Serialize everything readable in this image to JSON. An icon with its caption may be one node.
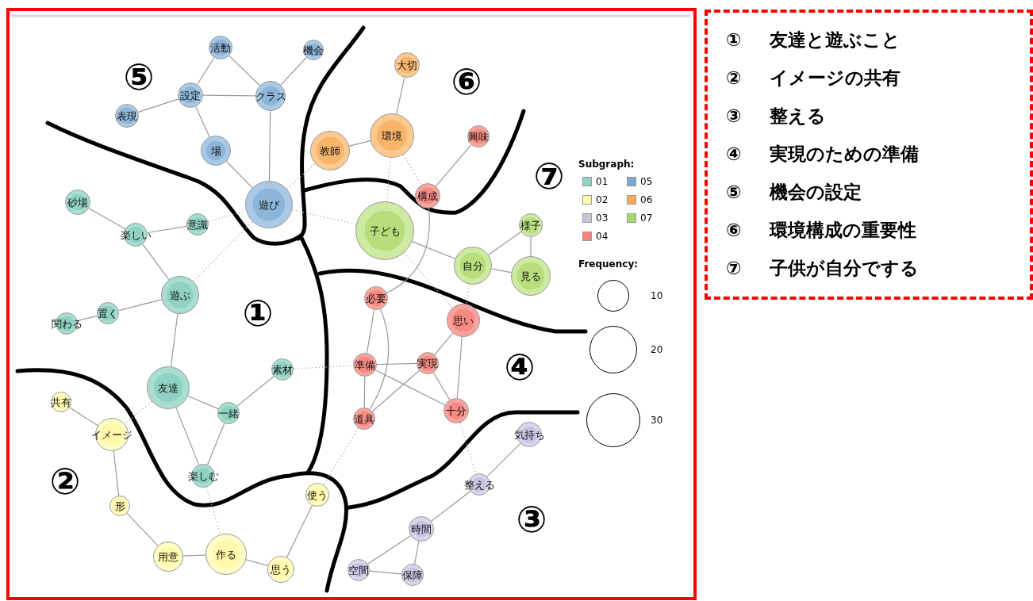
{
  "diagram": {
    "nodes": [
      {
        "text": [
          "活動"
        ]
      },
      {
        "text": [
          "機会"
        ]
      },
      {
        "text": [
          "設定"
        ]
      },
      {
        "text": [
          "クラス"
        ]
      },
      {
        "text": [
          "表現"
        ]
      },
      {
        "text": [
          "場"
        ]
      },
      {
        "text": [
          "遊び"
        ]
      },
      {
        "text": [
          "大切"
        ]
      },
      {
        "text": [
          "教師"
        ]
      },
      {
        "text": [
          "環境"
        ]
      },
      {
        "text": [
          "興味"
        ]
      },
      {
        "text": [
          "構成"
        ]
      },
      {
        "text": [
          "必要"
        ]
      },
      {
        "text": [
          "思い"
        ]
      },
      {
        "text": [
          "準備"
        ]
      },
      {
        "text": [
          "実現"
        ]
      },
      {
        "text": [
          "道具"
        ]
      },
      {
        "text": [
          "十分"
        ]
      },
      {
        "text": [
          "子ども"
        ]
      },
      {
        "text": [
          "自分"
        ]
      },
      {
        "text": [
          "様子"
        ]
      },
      {
        "text": [
          "見る"
        ]
      },
      {
        "text": [
          "砂場"
        ]
      },
      {
        "text": [
          "楽しい"
        ]
      },
      {
        "text": [
          "意識"
        ]
      },
      {
        "text": [
          "遊ぶ"
        ]
      },
      {
        "text": [
          "置く"
        ]
      },
      {
        "text": [
          "関わる"
        ]
      },
      {
        "text": [
          "友達"
        ]
      },
      {
        "text": [
          "一緒"
        ]
      },
      {
        "text": [
          "素材"
        ]
      },
      {
        "text": [
          "楽しむ"
        ]
      },
      {
        "text": [
          "共有"
        ]
      },
      {
        "text": [
          "イメージ"
        ]
      },
      {
        "text": [
          "形"
        ]
      },
      {
        "text": [
          "用意"
        ]
      },
      {
        "text": [
          "作る"
        ]
      },
      {
        "text": [
          "思う"
        ]
      },
      {
        "text": [
          "使う"
        ]
      },
      {
        "text": [
          "気持ち"
        ]
      },
      {
        "text": [
          "整える"
        ]
      },
      {
        "text": [
          "時間"
        ]
      },
      {
        "text": [
          "空間"
        ]
      },
      {
        "text": [
          "保障"
        ]
      }
    ],
    "edges": [
      {
        "from": 0,
        "to": 2,
        "arrow": "none"
      },
      {
        "from": 0,
        "to": 3,
        "arrow": "none"
      },
      {
        "from": 1,
        "to": 3,
        "arrow": "none"
      },
      {
        "from": 2,
        "to": 3,
        "arrow": "none"
      },
      {
        "from": 4,
        "to": 2,
        "arrow": "none"
      },
      {
        "from": 2,
        "to": 5,
        "arrow": "none"
      },
      {
        "from": 5,
        "to": 6,
        "arrow": "none"
      },
      {
        "from": 3,
        "to": 6,
        "arrow": "none"
      },
      {
        "from": 7,
        "to": 9,
        "arrow": "none"
      },
      {
        "from": 8,
        "to": 9,
        "arrow": "none"
      },
      {
        "from": 10,
        "to": 11,
        "arrow": "none"
      },
      {
        "from": 11,
        "to": 12,
        "arrow": "none"
      },
      {
        "from": 18,
        "to": 19,
        "arrow": "none"
      },
      {
        "from": 19,
        "to": 20,
        "arrow": "none"
      },
      {
        "from": 19,
        "to": 21,
        "arrow": "none"
      },
      {
        "from": 20,
        "to": 21,
        "arrow": "none"
      },
      {
        "from": 12,
        "to": 14,
        "arrow": "none"
      },
      {
        "from": 12,
        "to": 16,
        "arrow": "none"
      },
      {
        "from": 14,
        "to": 15,
        "arrow": "none"
      },
      {
        "from": 14,
        "to": 17,
        "arrow": "none"
      },
      {
        "from": 14,
        "to": 16,
        "arrow": "none"
      },
      {
        "from": 15,
        "to": 13,
        "arrow": "none"
      },
      {
        "from": 15,
        "to": 16,
        "arrow": "none"
      },
      {
        "from": 15,
        "to": 17,
        "arrow": "none"
      },
      {
        "from": 13,
        "to": 17,
        "arrow": "none"
      },
      {
        "from": 22,
        "to": 23,
        "arrow": "none"
      },
      {
        "from": 23,
        "to": 24,
        "arrow": "none"
      },
      {
        "from": 23,
        "to": 25,
        "arrow": "none"
      },
      {
        "from": 25,
        "to": 26,
        "arrow": "none"
      },
      {
        "from": 26,
        "to": 27,
        "arrow": "none"
      },
      {
        "from": 25,
        "to": 28,
        "arrow": "none"
      },
      {
        "from": 28,
        "to": 29,
        "arrow": "none"
      },
      {
        "from": 28,
        "to": 31,
        "arrow": "none"
      },
      {
        "from": 29,
        "to": 30,
        "arrow": "none"
      },
      {
        "from": 29,
        "to": 31,
        "arrow": "none"
      },
      {
        "from": 32,
        "to": 33,
        "arrow": "none"
      },
      {
        "from": 33,
        "to": 34,
        "arrow": "none"
      },
      {
        "from": 34,
        "to": 35,
        "arrow": "none"
      },
      {
        "from": 35,
        "to": 36,
        "arrow": "none"
      },
      {
        "from": 36,
        "to": 37,
        "arrow": "none"
      },
      {
        "from": 37,
        "to": 38,
        "arrow": "none"
      },
      {
        "from": 39,
        "to": 40,
        "arrow": "none"
      },
      {
        "from": 40,
        "to": 41,
        "arrow": "none"
      },
      {
        "from": 41,
        "to": 42,
        "arrow": "none"
      },
      {
        "from": 41,
        "to": 43,
        "arrow": "none"
      },
      {
        "from": 42,
        "to": 43,
        "arrow": "none"
      },
      {
        "from": 24,
        "to": 6,
        "arrow": "none",
        "style": "dashed"
      },
      {
        "from": 25,
        "to": 6,
        "arrow": "none",
        "style": "dashed"
      },
      {
        "from": 6,
        "to": 18,
        "arrow": "none",
        "style": "dashed"
      },
      {
        "from": 6,
        "to": 8,
        "arrow": "none",
        "style": "dashed"
      },
      {
        "from": 9,
        "to": 18,
        "arrow": "none",
        "style": "dashed"
      },
      {
        "from": 9,
        "to": 11,
        "arrow": "none",
        "style": "dashed"
      },
      {
        "from": 18,
        "to": 13,
        "arrow": "none",
        "style": "dashed"
      },
      {
        "from": 19,
        "to": 13,
        "arrow": "none",
        "style": "dashed"
      },
      {
        "from": 30,
        "to": 14,
        "arrow": "none",
        "style": "dashed"
      },
      {
        "from": 28,
        "to": 33,
        "arrow": "none",
        "style": "dashed"
      },
      {
        "from": 31,
        "to": 36,
        "arrow": "none",
        "style": "dashed"
      },
      {
        "from": 16,
        "to": 38,
        "arrow": "none",
        "style": "dashed"
      },
      {
        "from": 17,
        "to": 40,
        "arrow": "none",
        "style": "dashed"
      }
    ],
    "labels": [
      "⑤",
      "⑥",
      "⑦",
      "①",
      "④",
      "②",
      "③",
      "Subgraph:",
      "Frequency:",
      "①",
      "友達と遊ぶこと",
      "②",
      "イメージの共有",
      "③",
      "整える",
      "④",
      "実現のための準備",
      "⑤",
      "機会の設定",
      "⑥",
      "環境構成の重要性",
      "⑦",
      "子供が自分でする"
    ],
    "legend": [
      {
        "text": "01",
        "color": "#8fd3c4"
      },
      {
        "text": "02",
        "color": "#fffaa8"
      },
      {
        "text": "03",
        "color": "#c8c4e0"
      },
      {
        "text": "04",
        "color": "#f5837a"
      },
      {
        "text": "05",
        "color": "#7ca8d2"
      },
      {
        "text": "06",
        "color": "#f7a95a"
      },
      {
        "text": "07",
        "color": "#a9d86a"
      },
      {
        "text": "10"
      },
      {
        "text": "20"
      },
      {
        "text": "30"
      }
    ]
  }
}
